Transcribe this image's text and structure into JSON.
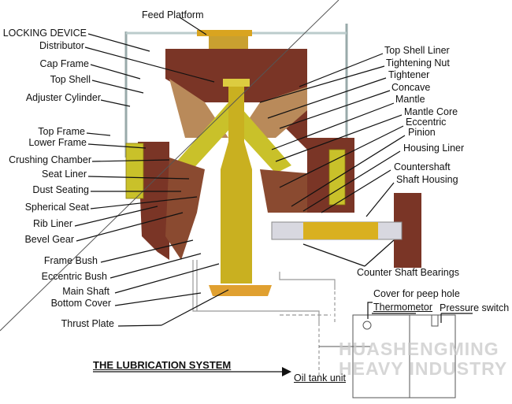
{
  "diagram": {
    "title": "THE LUBRICATION SYSTEM",
    "labels": {
      "feed_platform": "Feed Platform",
      "locking_device": "LOCKING DEVICE",
      "distributor": "Distributor",
      "cap_frame": "Cap Frame",
      "top_shell": "Top Shell",
      "adjuster_cylinder": "Adjuster Cylinder",
      "top_frame": "Top Frame",
      "lower_frame": "Lower Frame",
      "crushing_chamber": "Crushing Chamber",
      "seat_liner": "Seat Liner",
      "dust_seating": "Dust Seating",
      "spherical_seat": "Spherical Seat",
      "rib_liner": "Rib Liner",
      "bevel_gear": "Bevel Gear",
      "frame_bush": "Frame Bush",
      "eccentric_bush": "Eccentric Bush",
      "main_shaft": "Main Shaft",
      "bottom_cover": "Bottom Cover",
      "thrust_plate": "Thrust Plate",
      "top_shell_liner": "Top Shell Liner",
      "tightening_nut": "Tightening Nut",
      "tightener": "Tightener",
      "concave": "Concave",
      "mantle": "Mantle",
      "mantle_core": "Mantle Core",
      "eccentric": "Eccentric",
      "pinion": "Pinion",
      "housing_liner": "Housing Liner",
      "countershaft": "Countershaft",
      "shaft_housing": "Shaft Housing",
      "counter_shaft_bearings": "Counter Shaft Bearings",
      "cover_for_peep_hole": "Cover for peep hole",
      "thermometor": "Thermometor",
      "pressure_switch": "Pressure switch",
      "oil_tank_unit": "Oil tank unit"
    },
    "watermark": {
      "line1": "HUASHENGMING",
      "line2": "HEAVY INDUSTRY"
    },
    "colors": {
      "brown": "#7a3526",
      "tan": "#c98a5a",
      "yellow": "#c9c12a",
      "gold": "#d9a420"
    }
  }
}
